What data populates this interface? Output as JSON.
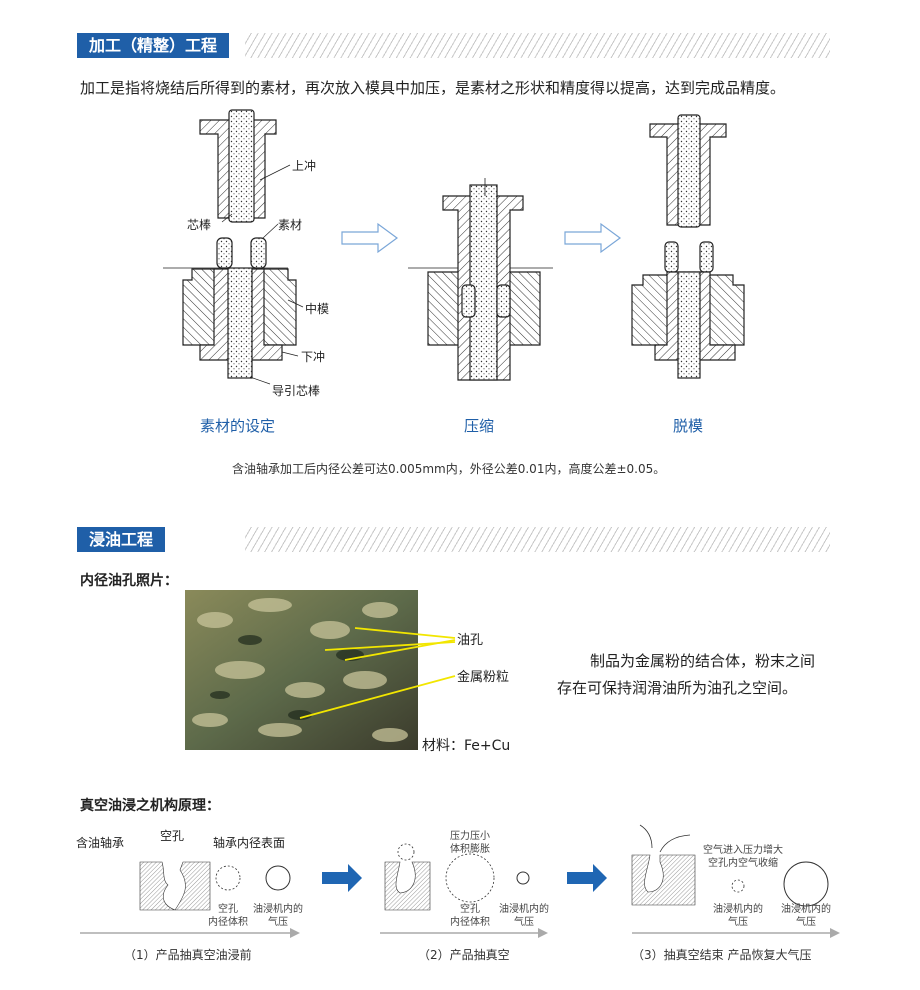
{
  "section1": {
    "title": "加工（精整）工程",
    "intro": "加工是指将烧结后所得到的素材，再次放入模具中加压，是素材之形状和精度得以提高，达到完成品精度。",
    "labels": {
      "upper_punch": "上冲",
      "core_rod": "芯棒",
      "material": "素材",
      "middle_die": "中模",
      "lower_punch": "下冲",
      "guide_core": "导引芯棒"
    },
    "steps": [
      "素材的设定",
      "压缩",
      "脱模"
    ],
    "note": "含油轴承加工后内径公差可达0.005mm内，外径公差0.01内，高度公差±0.05。"
  },
  "section2": {
    "title": "浸油工程",
    "photo_heading": "内径油孔照片：",
    "photo_labels": {
      "oil_hole": "油孔",
      "metal_powder": "金属粉粒",
      "material": "材料：Fe+Cu"
    },
    "description": [
      "制品为金属粉的结合体，粉末之间",
      "存在可保持润滑油所为油孔之空间。"
    ],
    "mechanism_heading": "真空油浸之机构原理：",
    "stage1": {
      "labels": {
        "bearing": "含油轴承",
        "void": "空孔",
        "surface": "轴承内径表面"
      },
      "void_volume": [
        "空孔",
        "内径体积"
      ],
      "machine_pressure": [
        "油浸机内的",
        "气压"
      ],
      "caption": "（1）产品抽真空油浸前"
    },
    "stage2": {
      "note": [
        "压力压小",
        "体积膨胀"
      ],
      "void_volume": [
        "空孔",
        "内径体积"
      ],
      "machine_pressure": [
        "油浸机内的",
        "气压"
      ],
      "caption": "（2）产品抽真空"
    },
    "stage3": {
      "note": [
        "空气进入压力增大",
        "空孔内空气收缩"
      ],
      "void_pressure": [
        "油浸机内的",
        "气压"
      ],
      "machine_pressure": [
        "油浸机内的",
        "气压"
      ],
      "caption": "（3）抽真空结束  产品恢复大气压"
    }
  },
  "colors": {
    "accent": "#1f5fa8",
    "arrow": "#1f66b3",
    "label_arrow": "#f2e600"
  }
}
